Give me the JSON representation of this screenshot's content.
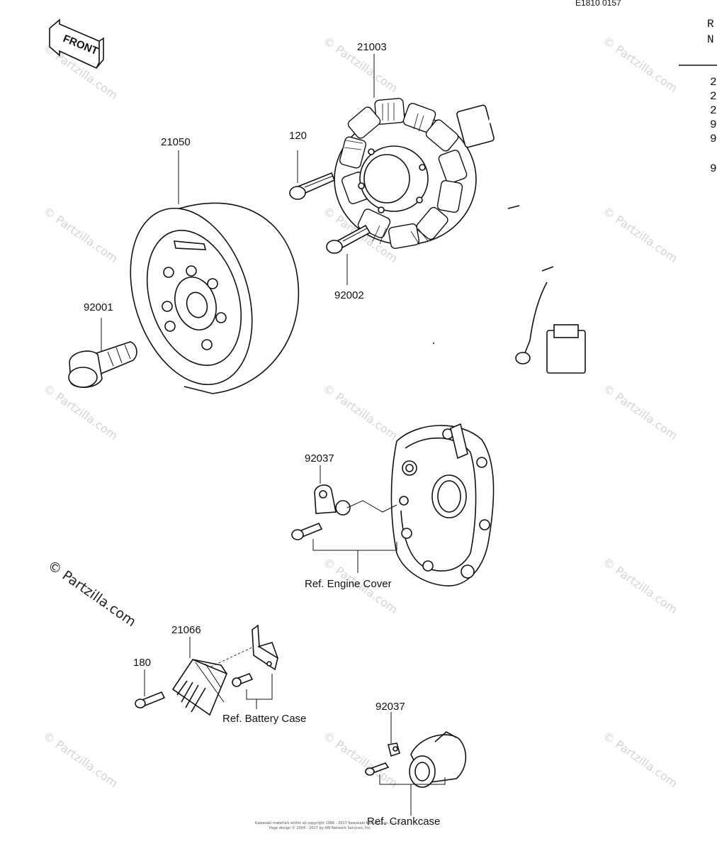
{
  "header": {
    "code": "E1810 0157"
  },
  "side_column": {
    "head": [
      "R",
      "N"
    ],
    "items": [
      "2",
      "2",
      "2",
      "9",
      "9",
      "9"
    ]
  },
  "front_arrow": {
    "label": "FRONT"
  },
  "callouts": {
    "p21003": "21003",
    "p120": "120",
    "p21050": "21050",
    "p92001": "92001",
    "p92002": "92002",
    "p92037a": "92037",
    "p21066": "21066",
    "p180": "180",
    "p92037b": "92037"
  },
  "references": {
    "engine_cover": "Ref. Engine Cover",
    "battery_case": "Ref. Battery Case",
    "crankcase": "Ref. Crankcase"
  },
  "watermark": {
    "main": "© Partzilla.com",
    "repeat": "© Partzilla.com"
  },
  "footer": {
    "line1": "Kawasaki materials within all copyright 1966 - 2017  Kawasaki Motors Corp., U.S.A.",
    "line2": "Page design © 2004 - 2017 by ARI Network Services, Inc."
  }
}
